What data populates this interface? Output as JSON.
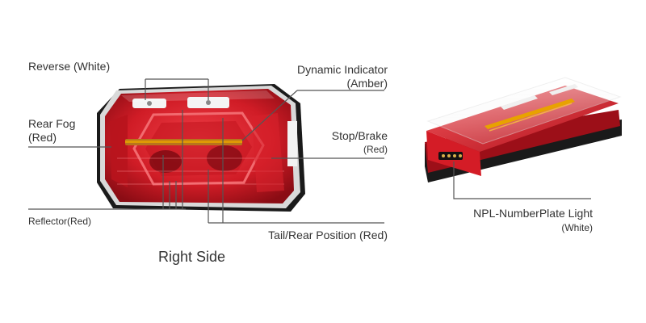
{
  "labels": {
    "reverse": "Reverse (White)",
    "dynamic_indicator_1": "Dynamic Indicator",
    "dynamic_indicator_2": "(Amber)",
    "rear_fog_1": "Rear Fog",
    "rear_fog_2": "(Red)",
    "stop_brake_1": "Stop/Brake",
    "stop_brake_2": "(Red)",
    "reflector": "Reflector(Red)",
    "tail_position": "Tail/Rear Position (Red)",
    "npl_1": "NPL-NumberPlate Light",
    "npl_2": "(White)"
  },
  "caption": "Right Side",
  "colors": {
    "lens_red": "#d8202a",
    "dark_red": "#8e0f16",
    "amber": "#e8a200",
    "leader_line": "#555555",
    "housing": "#1a1a1a"
  }
}
